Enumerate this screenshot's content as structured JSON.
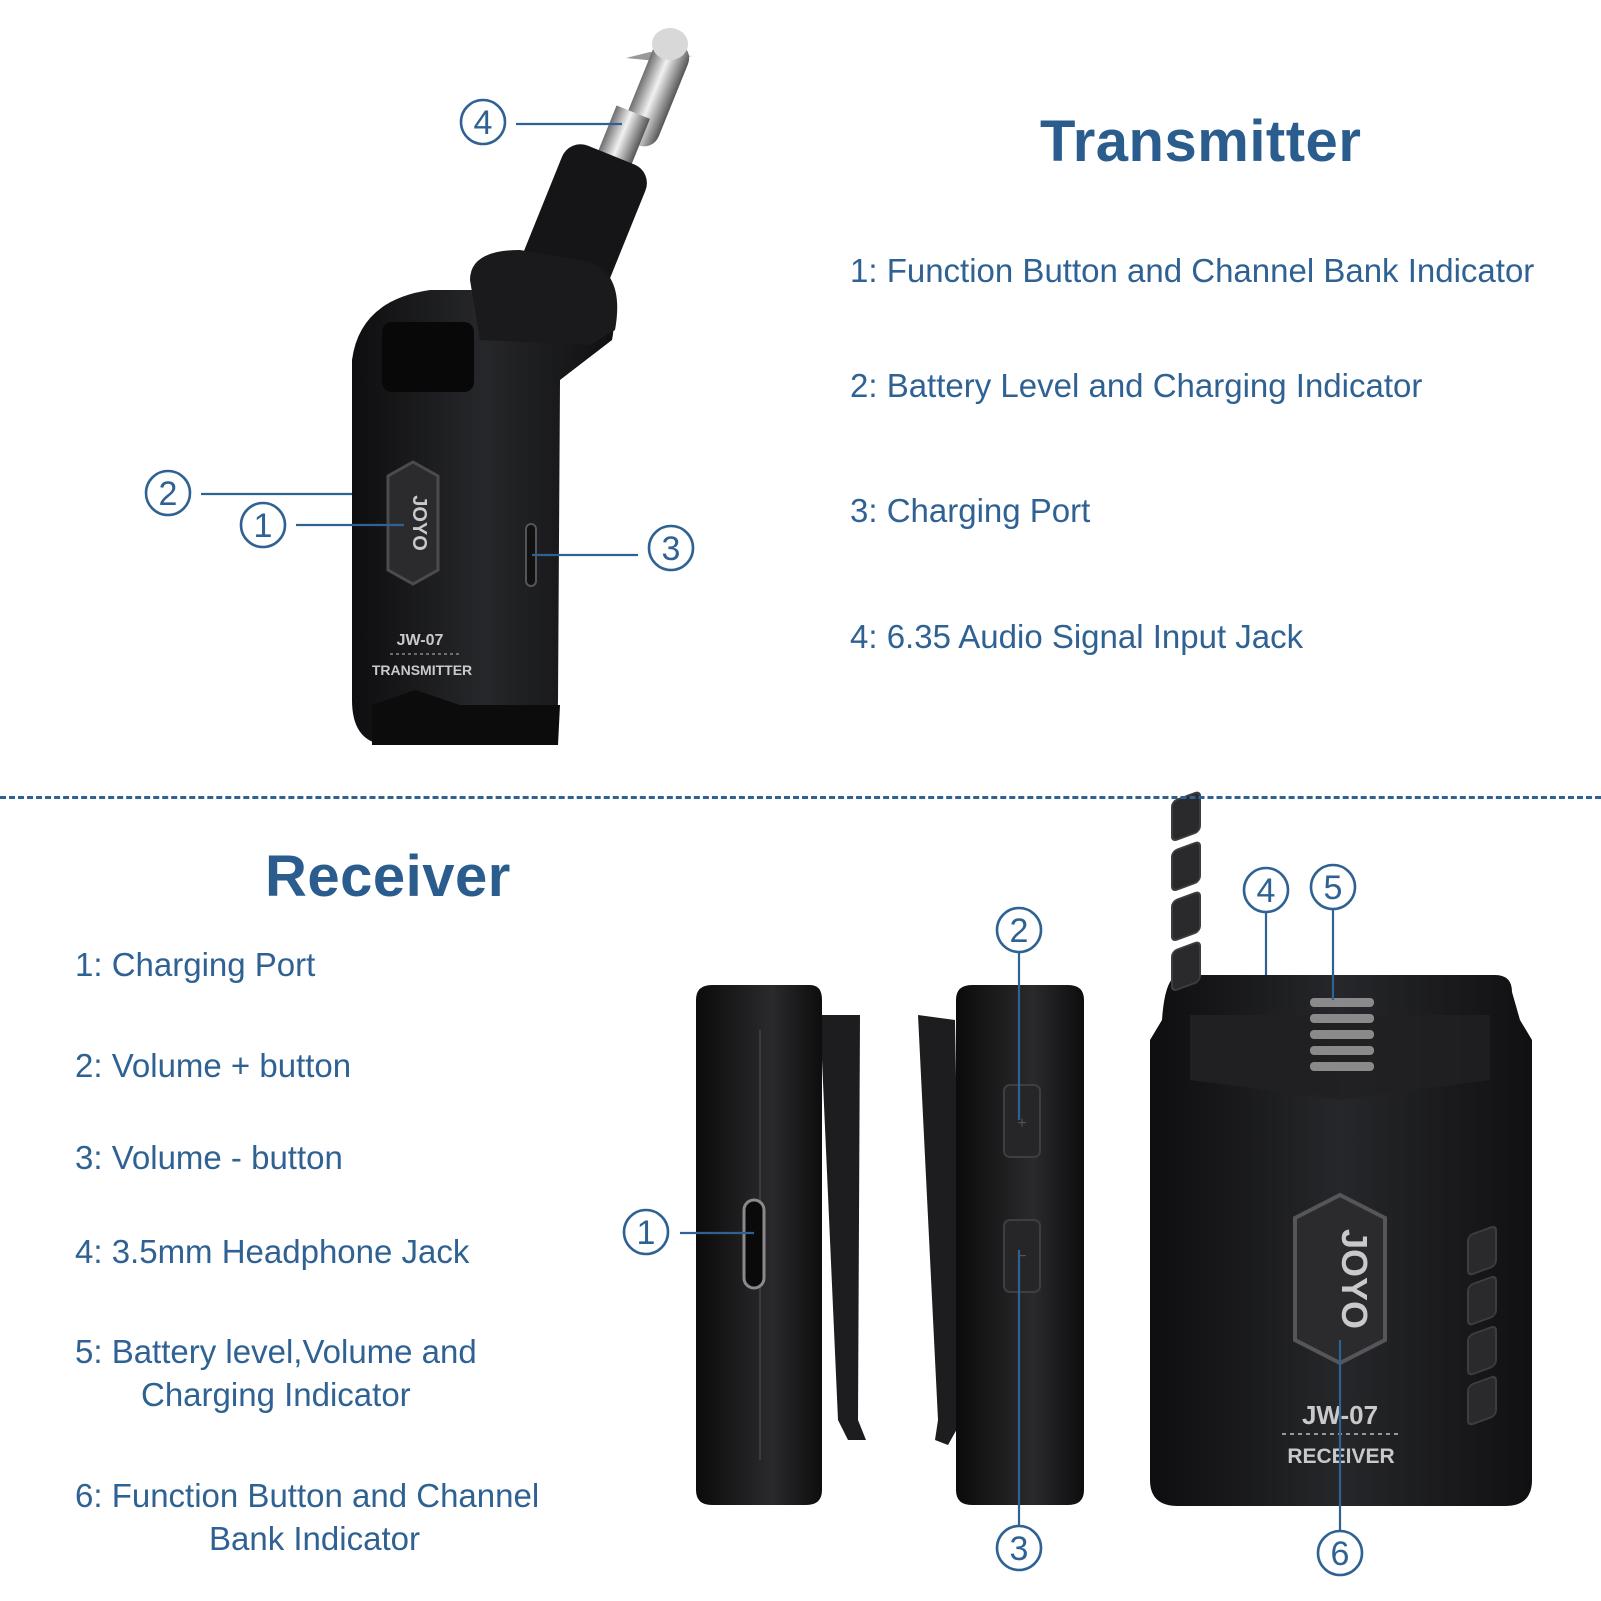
{
  "transmitter": {
    "title": "Transmitter",
    "items": [
      "1: Function Button and Channel Bank Indicator",
      "2: Battery Level and Charging Indicator",
      "3: Charging Port",
      "4: 6.35 Audio Signal Input Jack"
    ],
    "device": {
      "brand": "JOYO",
      "model": "JW-07",
      "label": "TRANSMITTER"
    },
    "callouts": [
      "1",
      "2",
      "3",
      "4"
    ]
  },
  "receiver": {
    "title": "Receiver",
    "items": [
      "1: Charging Port",
      "2: Volume + button",
      "3: Volume - button",
      "4: 3.5mm Headphone Jack",
      "5: Battery level,Volume and Charging Indicator",
      "6: Function Button and Channel Bank Indicator"
    ],
    "device": {
      "brand": "JOYO",
      "model": "JW-07",
      "label": "RECEIVER"
    },
    "callouts": [
      "1",
      "2",
      "3",
      "4",
      "5",
      "6"
    ]
  },
  "colors": {
    "accent": "#2f6293",
    "device": "#1b1b1d",
    "background": "#ffffff"
  }
}
